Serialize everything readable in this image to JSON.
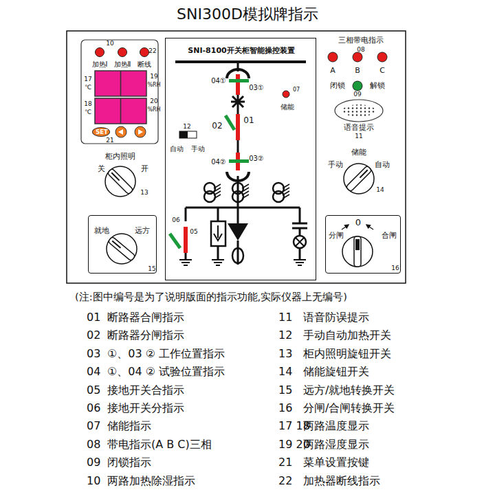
{
  "diagram": {
    "title": "SNI300D模拟牌指示",
    "caption": "(注:图中编号是为了说明版面的指示功能,实际仪器上无编号)",
    "nodes": [
      {
        "text": [
          "SNI-8100开关柜智能操控装置"
        ]
      },
      {
        "text": [
          "SET"
        ]
      },
      {
        "text": [
          "就地",
          "远方",
          "15"
        ]
      },
      {
        "text": [
          "0",
          "分闸",
          "合闸",
          "16"
        ]
      }
    ],
    "labels": [
      "10",
      "22",
      "加热Ⅰ",
      "加热Ⅱ",
      "断线",
      "17",
      "℃",
      "19",
      "%RH",
      "18",
      "℃",
      "20",
      "%RH",
      "21",
      "柜内照明",
      "关",
      "开",
      "13",
      "04①",
      "03①",
      "07",
      "储能",
      "02",
      "01",
      "12",
      "自动",
      "手动",
      "04②",
      "03②",
      "06",
      "05",
      "三相带电指示",
      "08",
      "A",
      "B",
      "C",
      "闭锁",
      "09",
      "解锁",
      "语音提示",
      "11",
      "储能",
      "手动",
      "自动",
      "14",
      "01",
      "断路器合闸指示",
      "11",
      "语音防误提示",
      "02",
      "断路器分闸指示",
      "12",
      "手动自动加热开关",
      "03",
      "①、03 ② 工作位置指示",
      "13",
      "柜内照明旋钮开关",
      "04",
      "①、04 ② 试验位置指示",
      "14",
      "储能旋钮开关",
      "05",
      "接地开关合指示",
      "15",
      "远方/就地转换开关",
      "06",
      "接地开关分指示",
      "16",
      "分闸/合闸转换开关",
      "07",
      "储能指示",
      "17 18",
      "两路温度显示",
      "08",
      "带电指示(A B C)三相",
      "19 20",
      "两路湿度显示",
      "09",
      "闭锁指示",
      "21",
      "菜单设置按键",
      "10",
      "两路加热除湿指示",
      "22",
      "加热器断线指示"
    ]
  }
}
